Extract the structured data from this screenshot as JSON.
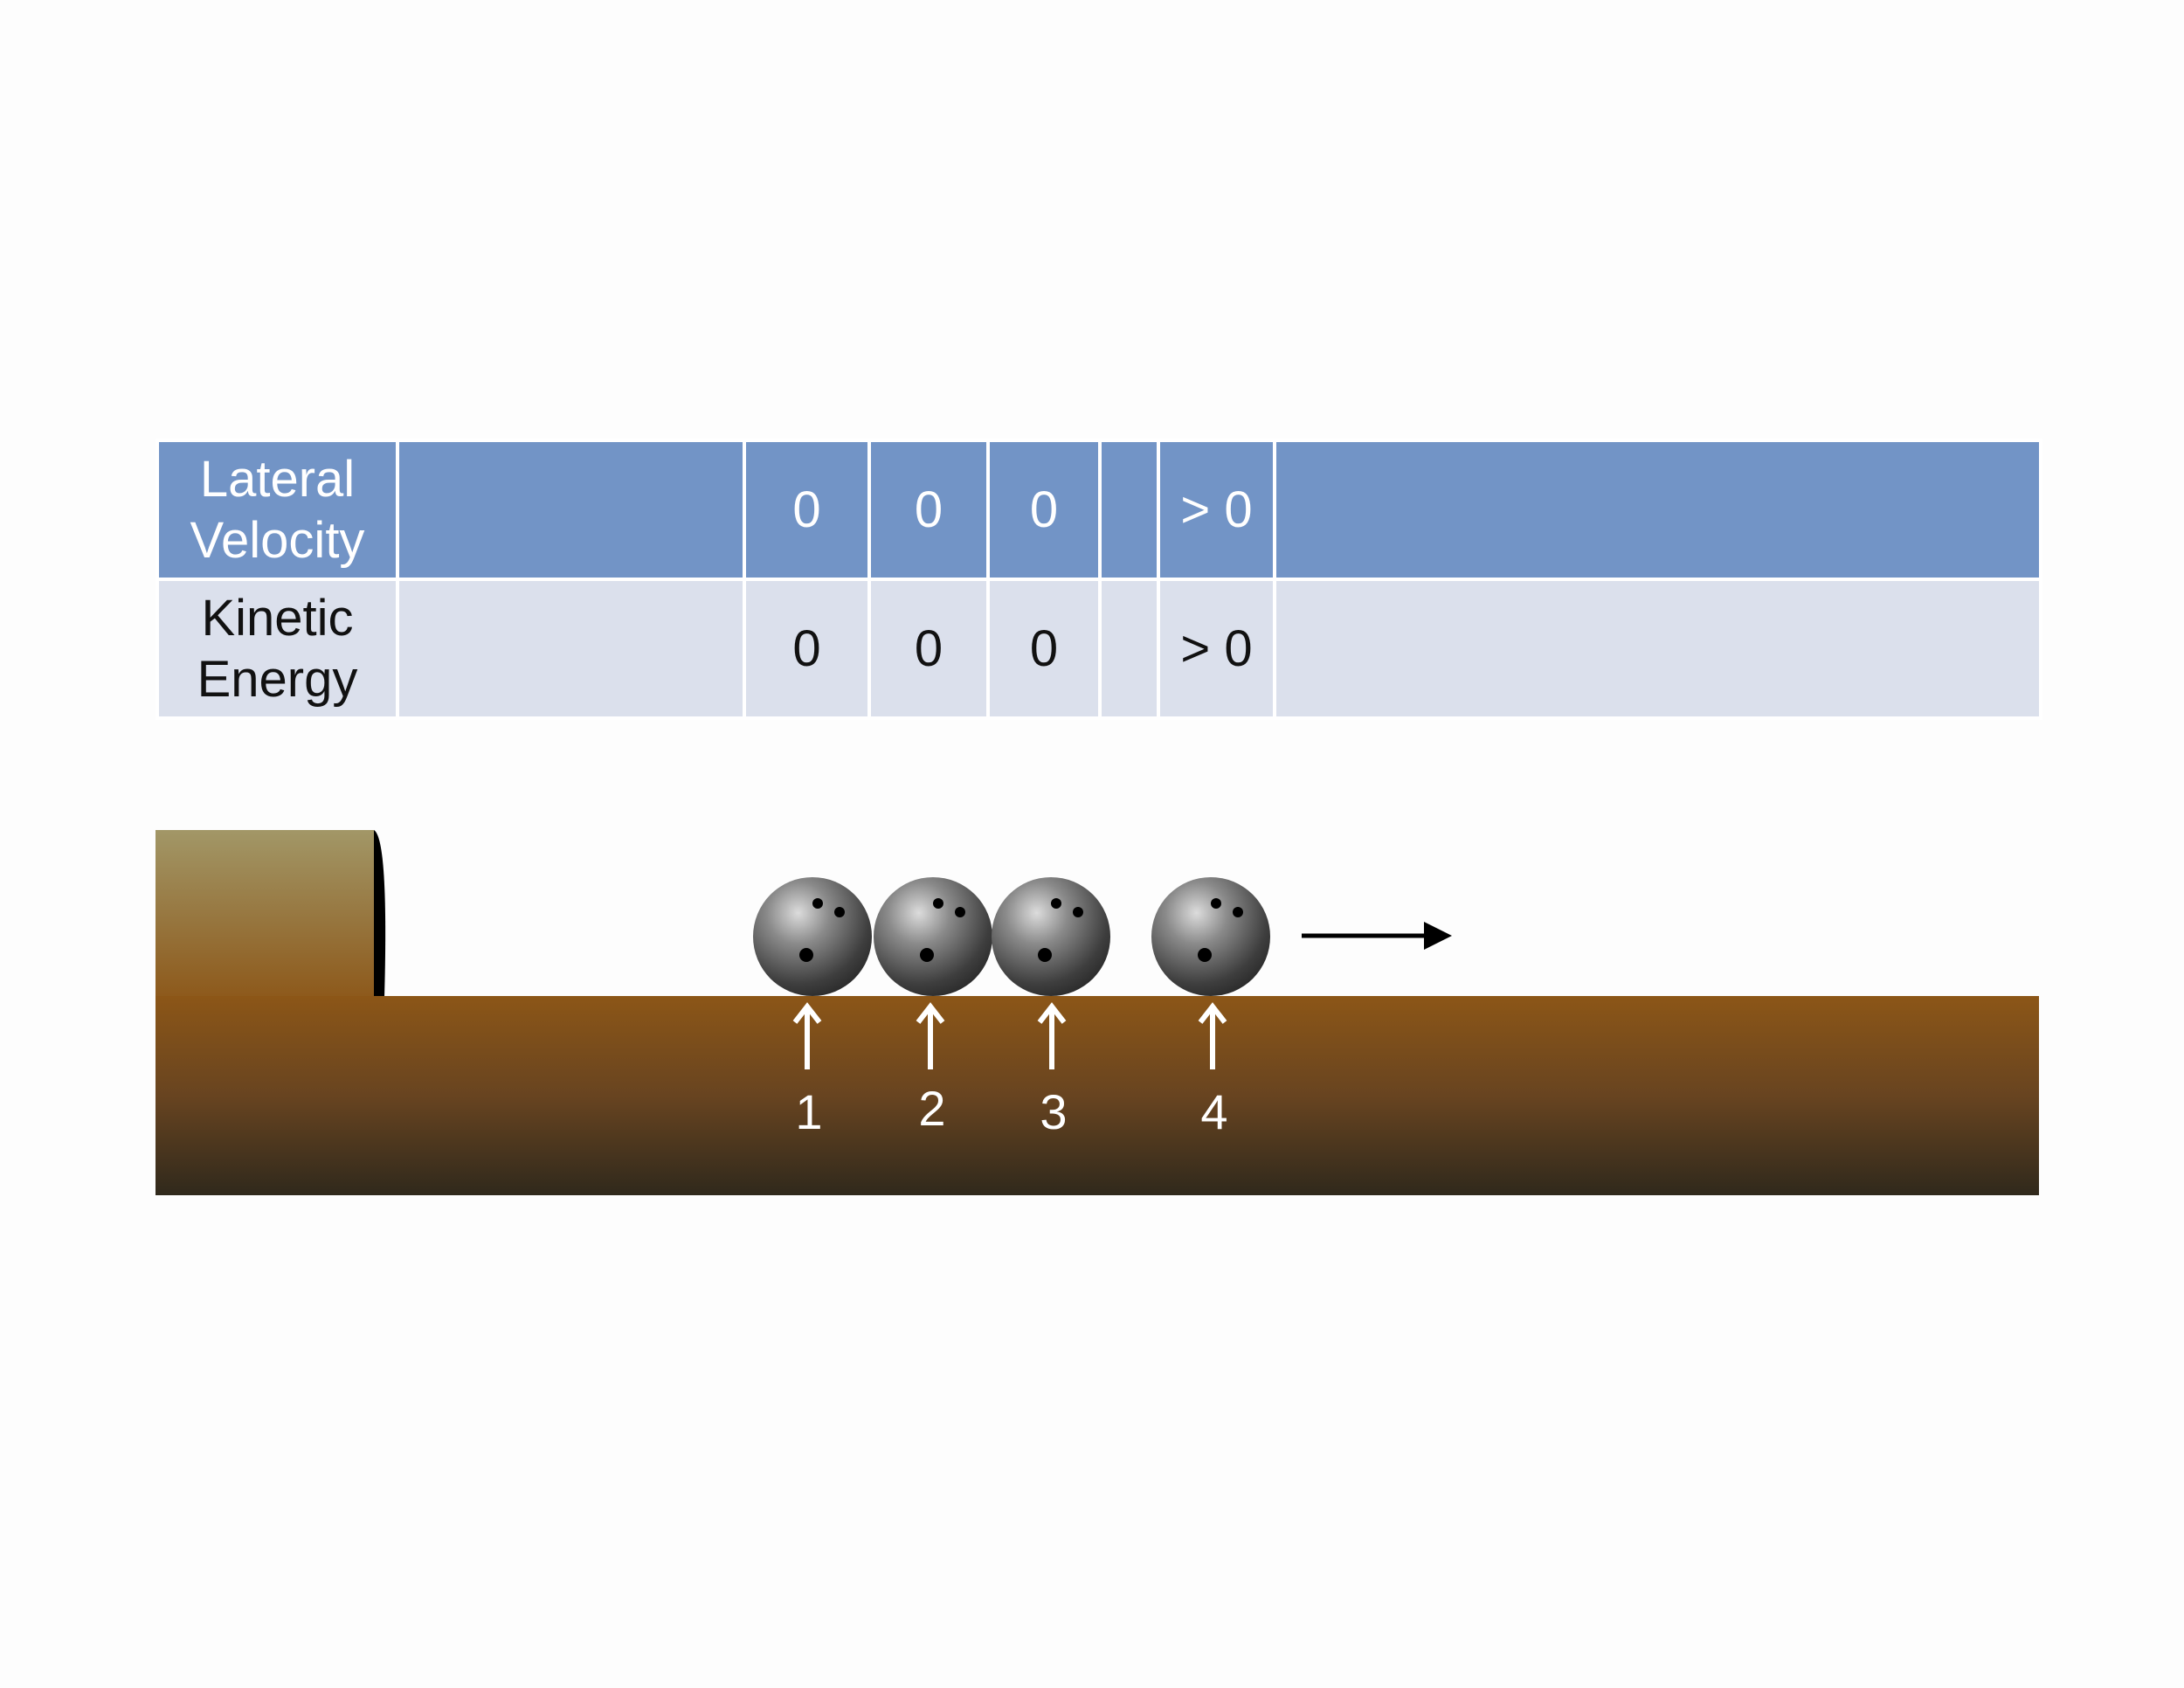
{
  "table": {
    "rows": [
      {
        "key": "velocity",
        "header": [
          "Lateral",
          "Velocity"
        ],
        "cells": [
          "",
          "0",
          "0",
          "0",
          "",
          "> 0",
          ""
        ]
      },
      {
        "key": "energy",
        "header": [
          "Kinetic",
          "Energy"
        ],
        "cells": [
          "",
          "0",
          "0",
          "0",
          "",
          "> 0",
          ""
        ]
      }
    ]
  },
  "diagram": {
    "ball_labels": [
      "1",
      "2",
      "3",
      "4"
    ],
    "colors": {
      "table_header_row": "#7294c6",
      "table_body_row": "#dbe0ec",
      "ground_top": "#8c5617",
      "ground_bottom": "#30291c",
      "block_top": "#a29767",
      "ball": "#555555",
      "arrow": "#000000"
    }
  }
}
